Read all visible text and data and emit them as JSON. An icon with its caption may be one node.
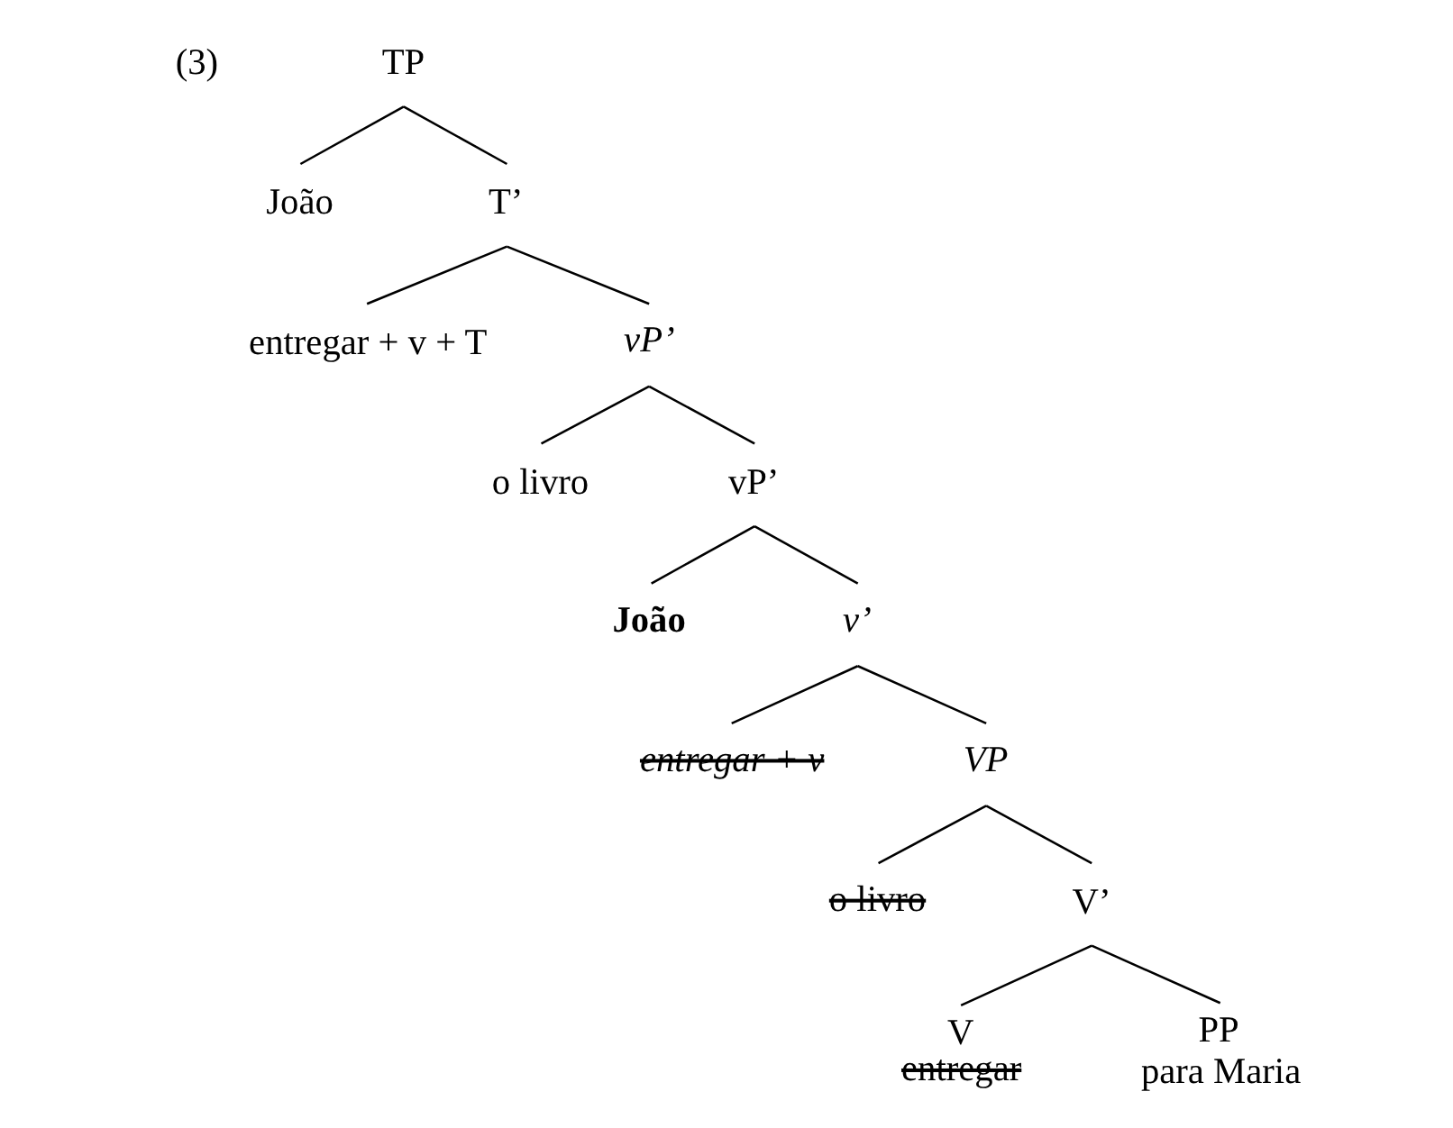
{
  "diagram": {
    "nodes": [
      {
        "text": [
          "TP"
        ]
      },
      {
        "text": [
          "João"
        ]
      },
      {
        "text": [
          "T’"
        ]
      },
      {
        "text": [
          "entregar + v + T"
        ]
      },
      {
        "text": [
          "vP’"
        ]
      },
      {
        "text": [
          "o livro"
        ]
      },
      {
        "text": [
          "vP’"
        ]
      },
      {
        "text": [
          "João"
        ]
      },
      {
        "text": [
          "v’"
        ]
      },
      {
        "text": [
          "entregar + v"
        ]
      },
      {
        "text": [
          "VP"
        ]
      },
      {
        "text": [
          "o livro"
        ]
      },
      {
        "text": [
          "V’"
        ]
      },
      {
        "text": [
          "V"
        ],
        "beside": [
          "entregar"
        ]
      },
      {
        "text": [
          "PP"
        ],
        "beside": [
          "para Maria"
        ]
      }
    ],
    "edges": [
      {
        "from": 0,
        "to": 1,
        "arrow": "none"
      },
      {
        "from": 0,
        "to": 2,
        "arrow": "none"
      },
      {
        "from": 2,
        "to": 3,
        "arrow": "none"
      },
      {
        "from": 2,
        "to": 4,
        "arrow": "none"
      },
      {
        "from": 4,
        "to": 5,
        "arrow": "none"
      },
      {
        "from": 4,
        "to": 6,
        "arrow": "none"
      },
      {
        "from": 6,
        "to": 7,
        "arrow": "none"
      },
      {
        "from": 6,
        "to": 8,
        "arrow": "none"
      },
      {
        "from": 8,
        "to": 9,
        "arrow": "none"
      },
      {
        "from": 8,
        "to": 10,
        "arrow": "none"
      },
      {
        "from": 10,
        "to": 11,
        "arrow": "none"
      },
      {
        "from": 10,
        "to": 12,
        "arrow": "none"
      },
      {
        "from": 12,
        "to": 13,
        "arrow": "none"
      },
      {
        "from": 12,
        "to": 14,
        "arrow": "none"
      }
    ],
    "labels": [
      "(3)"
    ]
  }
}
